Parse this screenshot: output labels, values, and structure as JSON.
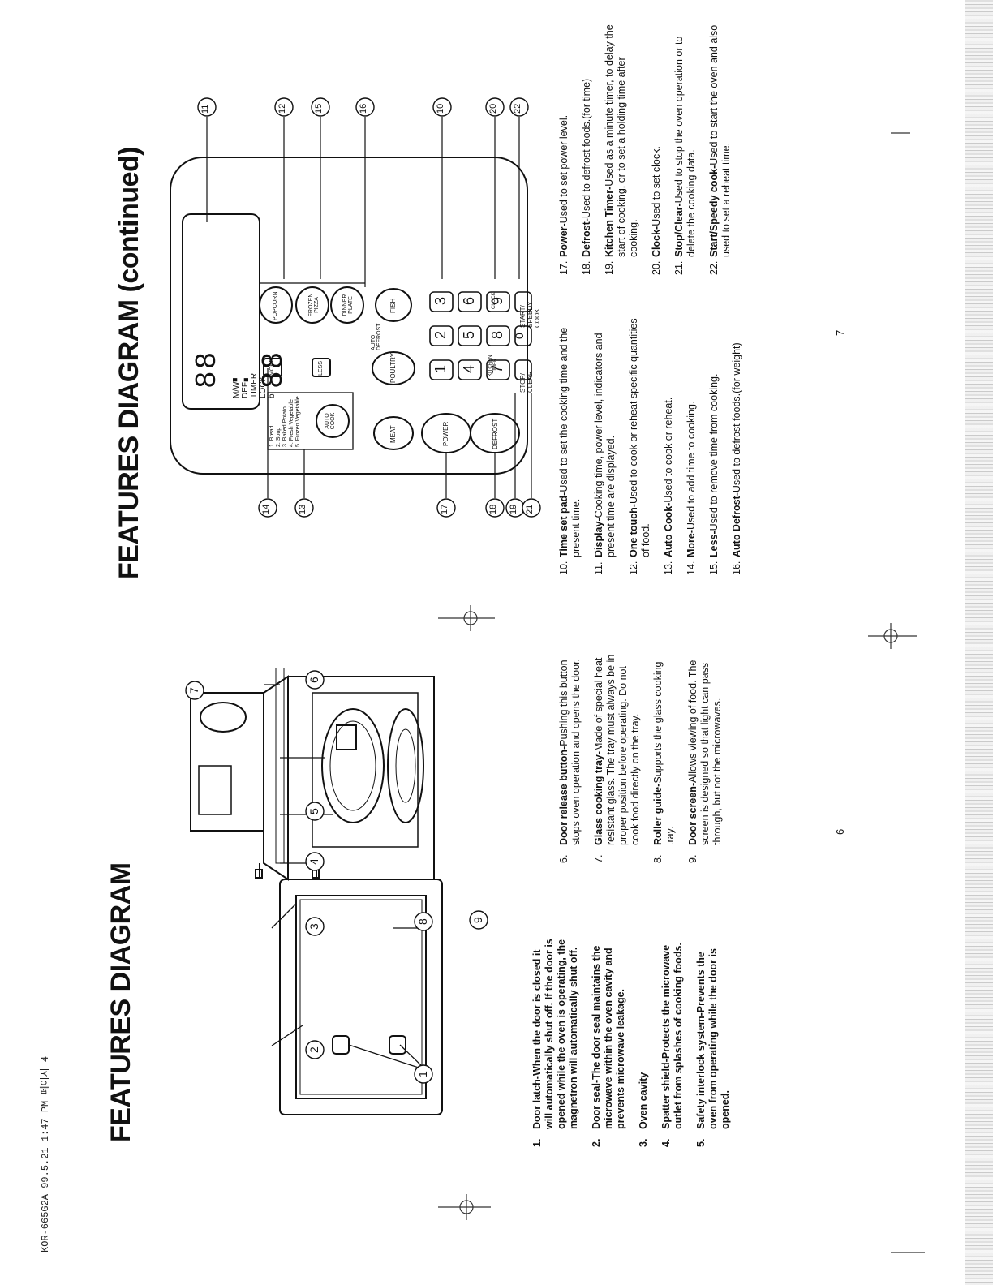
{
  "header": {
    "doc_code": "KOR-665G2A 99.5.21 1:47 PM 페이지 4"
  },
  "left_page": {
    "title": "FEATURES DIAGRAM",
    "page_number": "6",
    "callouts": [
      "1",
      "2",
      "3",
      "4",
      "5",
      "6",
      "7",
      "8",
      "9"
    ],
    "items_col1": [
      {
        "num": "1.",
        "term": "Door latch-",
        "desc": "When the door is closed it will automatically shut off. If the door is opened while the oven is operating, the magnetron will automatically shut off."
      },
      {
        "num": "2.",
        "term": "Door seal-",
        "desc": "The door seal maintains the microwave within the oven cavity and prevents microwave leakage."
      },
      {
        "num": "3.",
        "term": "Oven cavity",
        "desc": ""
      },
      {
        "num": "4.",
        "term": "Spatter shield-",
        "desc": "Protects the microwave outlet from splashes of cooking foods."
      },
      {
        "num": "5.",
        "term": "Safety interlock system-",
        "desc": "Prevents the oven from operating while the door is opened."
      }
    ],
    "items_col2": [
      {
        "num": "6.",
        "term": "Door release button-",
        "desc": "Pushing this button stops oven operation and opens the door."
      },
      {
        "num": "7.",
        "term": "Glass cooking tray-",
        "desc": "Made of special heat resistant glass. The tray must always be in proper position before operating. Do not cook food directly on the tray."
      },
      {
        "num": "8.",
        "term": "Roller guide-",
        "desc": "Supports the glass cooking tray."
      },
      {
        "num": "9.",
        "term": "Door screen-",
        "desc": "Allows viewing of food. The screen is designed so that light can pass through, but not the microwaves."
      }
    ]
  },
  "right_page": {
    "title": "FEATURES DIAGRAM (continued)",
    "page_number": "7",
    "callouts": [
      "11",
      "12",
      "15",
      "16",
      "10",
      "20",
      "22",
      "14",
      "13",
      "17",
      "18",
      "19",
      "21"
    ],
    "panel": {
      "display_digits": "88 : 88",
      "indicators": "M/W  DEF  TIMER  LOCK  b",
      "auto_guide": [
        "1. Bread",
        "2. Soup",
        "3. Baked Potato",
        "4. Fresh Vegetable",
        "5. Frozen Vegetable"
      ],
      "auto_cook": "AUTO COOK",
      "more": "MORE",
      "less": "LESS",
      "popcorn": "POPCORN",
      "frozen_pizza": "FROZEN PIZZA",
      "dinner_plate": "DINNER PLATE",
      "auto_defrost_label": "AUTO DEFROST",
      "meat": "MEAT",
      "poultry": "POULTRY",
      "fish": "FISH",
      "power": "POWER",
      "defrost": "DEFROST",
      "kitchen_timer": "KITCHEN TIMER",
      "clock": "CLOCK",
      "stop_clear": "STOP/ CLEAR",
      "start_speedy": "START/ SPEEDY COOK",
      "digits": [
        "1",
        "2",
        "3",
        "4",
        "5",
        "6",
        "7",
        "8",
        "9",
        "0"
      ]
    },
    "items_col1": [
      {
        "num": "10.",
        "term": "Time set pad-",
        "desc": "Used to set the cooking time and the present time."
      },
      {
        "num": "11.",
        "term": "Display-",
        "desc": "Cooking time, power level, indicators and present time are displayed."
      },
      {
        "num": "12.",
        "term": "One touch-",
        "desc": "Used to cook or reheat specific quantities of food."
      },
      {
        "num": "13.",
        "term": "Auto Cook-",
        "desc": "Used to cook or reheat."
      },
      {
        "num": "14.",
        "term": "More-",
        "desc": "Used to add time to cooking."
      },
      {
        "num": "15.",
        "term": "Less-",
        "desc": "Used to remove time from cooking."
      },
      {
        "num": "16.",
        "term": "Auto Defrost-",
        "desc": "Used to defrost foods.(for weight)"
      }
    ],
    "items_col2": [
      {
        "num": "17.",
        "term": "Power-",
        "desc": "Used to set power level."
      },
      {
        "num": "18.",
        "term": "Defrost-",
        "desc": "Used to defrost foods.(for time)"
      },
      {
        "num": "19.",
        "term": "Kitchen Timer-",
        "desc": "Used as a minute timer, to delay the start of cooking, or to set a holding time after cooking."
      },
      {
        "num": "20.",
        "term": "Clock-",
        "desc": "Used to set clock."
      },
      {
        "num": "21.",
        "term": "Stop/Clear-",
        "desc": "Used to stop the oven operation or to delete the cooking data."
      },
      {
        "num": "22.",
        "term": "Start/Speedy cook-",
        "desc": "Used to start the oven and also used to set a reheat time."
      }
    ]
  }
}
